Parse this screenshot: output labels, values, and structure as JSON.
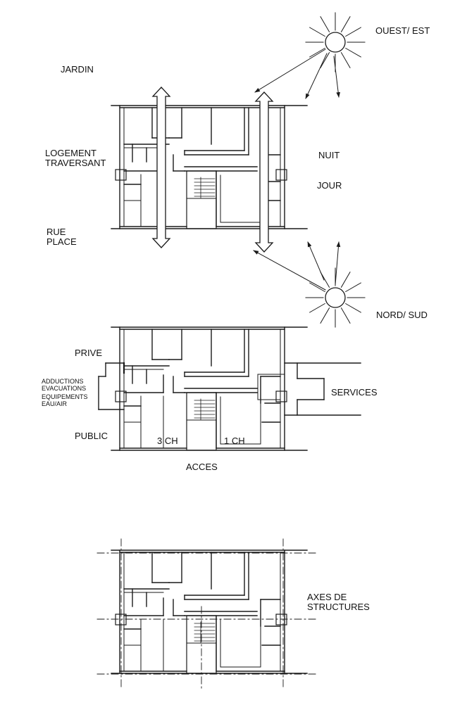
{
  "colors": {
    "ink": "#1a1a1a",
    "background": "#ffffff"
  },
  "plan1": {
    "orientation_top": "OUEST/ EST",
    "jardin": "JARDIN",
    "logement_line1": "LOGEMENT",
    "logement_line2": "TRAVERSANT",
    "nuit": "NUIT",
    "jour": "JOUR",
    "rue": "RUE",
    "place": "PLACE",
    "orientation_bottom": "NORD/ SUD",
    "icons": [
      "sun-icon",
      "double-arrow-icon"
    ]
  },
  "plan2": {
    "prive": "PRIVE",
    "adductions": "ADDUCTIONS",
    "evacuations": "EVACUATIONS",
    "equipements": "EQUIPEMENTS",
    "eau_air": "EAU/AIR",
    "services": "SERVICES",
    "public": "PUBLIC",
    "room_3ch": "3 CH",
    "room_1ch": "1 CH",
    "acces": "ACCES"
  },
  "plan3": {
    "axes_line1": "AXES DE",
    "axes_line2": "STRUCTURES"
  }
}
